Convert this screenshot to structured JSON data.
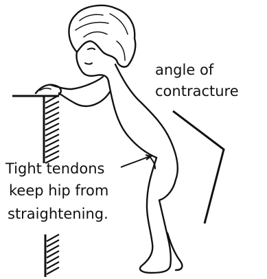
{
  "labels": {
    "angle_line1": "angle of",
    "angle_line2": "contracture",
    "tendon_line1": "Tight tendons",
    "tendon_line2": "keep hip from",
    "tendon_line3": "straightening."
  },
  "colors": {
    "ink": "#111111",
    "background": "#ffffff"
  }
}
